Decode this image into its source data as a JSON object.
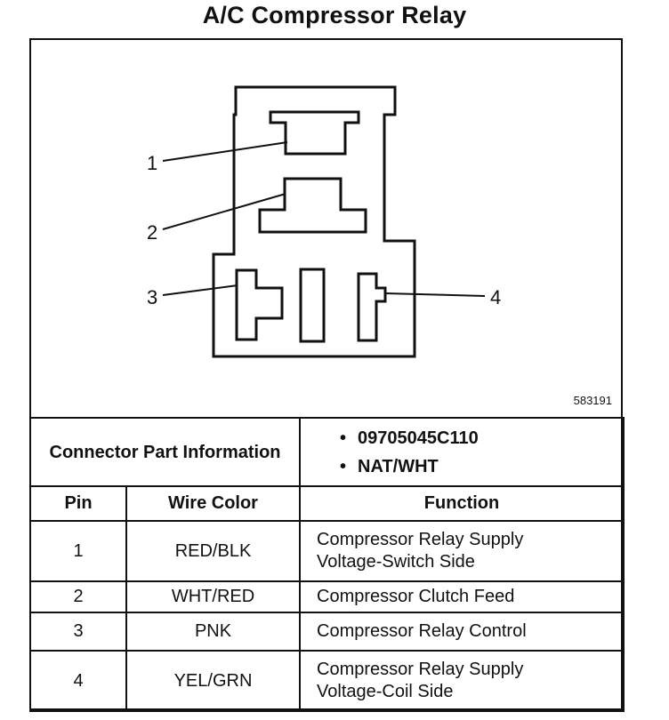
{
  "title": "A/C Compressor Relay",
  "diagram": {
    "pin_labels": [
      "1",
      "2",
      "3",
      "4"
    ],
    "part_number": "583191"
  },
  "connector": {
    "header": "Connector Part Information",
    "items": [
      "09705045C110",
      "NAT/WHT"
    ]
  },
  "table": {
    "headers": {
      "pin": "Pin",
      "wire": "Wire Color",
      "function": "Function"
    },
    "rows": [
      {
        "pin": "1",
        "wire": "RED/BLK",
        "function": [
          "Compressor Relay Supply",
          "Voltage-Switch Side"
        ]
      },
      {
        "pin": "2",
        "wire": "WHT/RED",
        "function": [
          "Compressor Clutch Feed"
        ]
      },
      {
        "pin": "3",
        "wire": "PNK",
        "function": [
          "Compressor Relay Control"
        ]
      },
      {
        "pin": "4",
        "wire": "YEL/GRN",
        "function": [
          "Compressor Relay Supply",
          "Voltage-Coil Side"
        ]
      }
    ]
  }
}
